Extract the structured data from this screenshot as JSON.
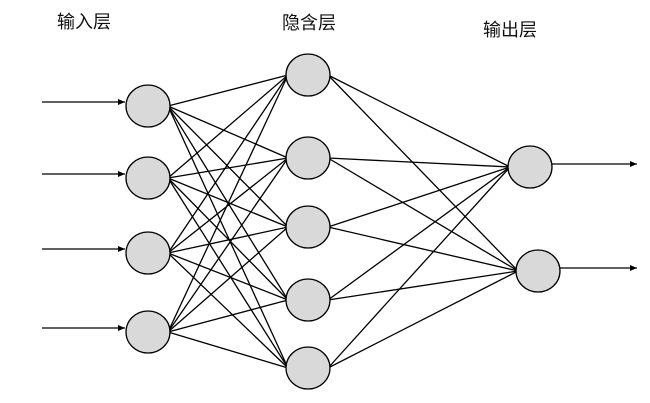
{
  "labels": {
    "input_layer": "输入层",
    "hidden_layer": "隐含层",
    "output_layer": "输出层"
  },
  "network": {
    "input_count": 4,
    "hidden_count": 5,
    "output_count": 2,
    "connectivity": "fully-connected"
  },
  "colors": {
    "node_fill": "#d9d9d9",
    "stroke": "#000000",
    "background": "#ffffff"
  }
}
